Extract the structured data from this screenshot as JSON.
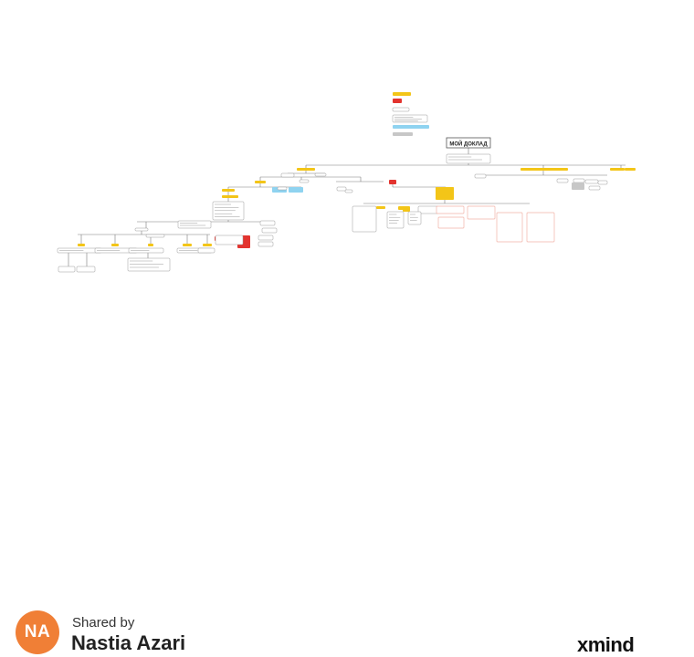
{
  "map": {
    "central_topic": "МОЙ ДОКЛАД",
    "colors": {
      "yellow": "#f3c518",
      "red": "#e3342f",
      "blue": "#8fd3f0",
      "grey": "#c7c7c7",
      "pink": "#f3b2a6",
      "line": "#7a7a7a"
    }
  },
  "footer": {
    "avatar_initials": "NA",
    "shared_by_label": "Shared by",
    "author_name": "Nastia Azari",
    "brand": "xmind"
  }
}
